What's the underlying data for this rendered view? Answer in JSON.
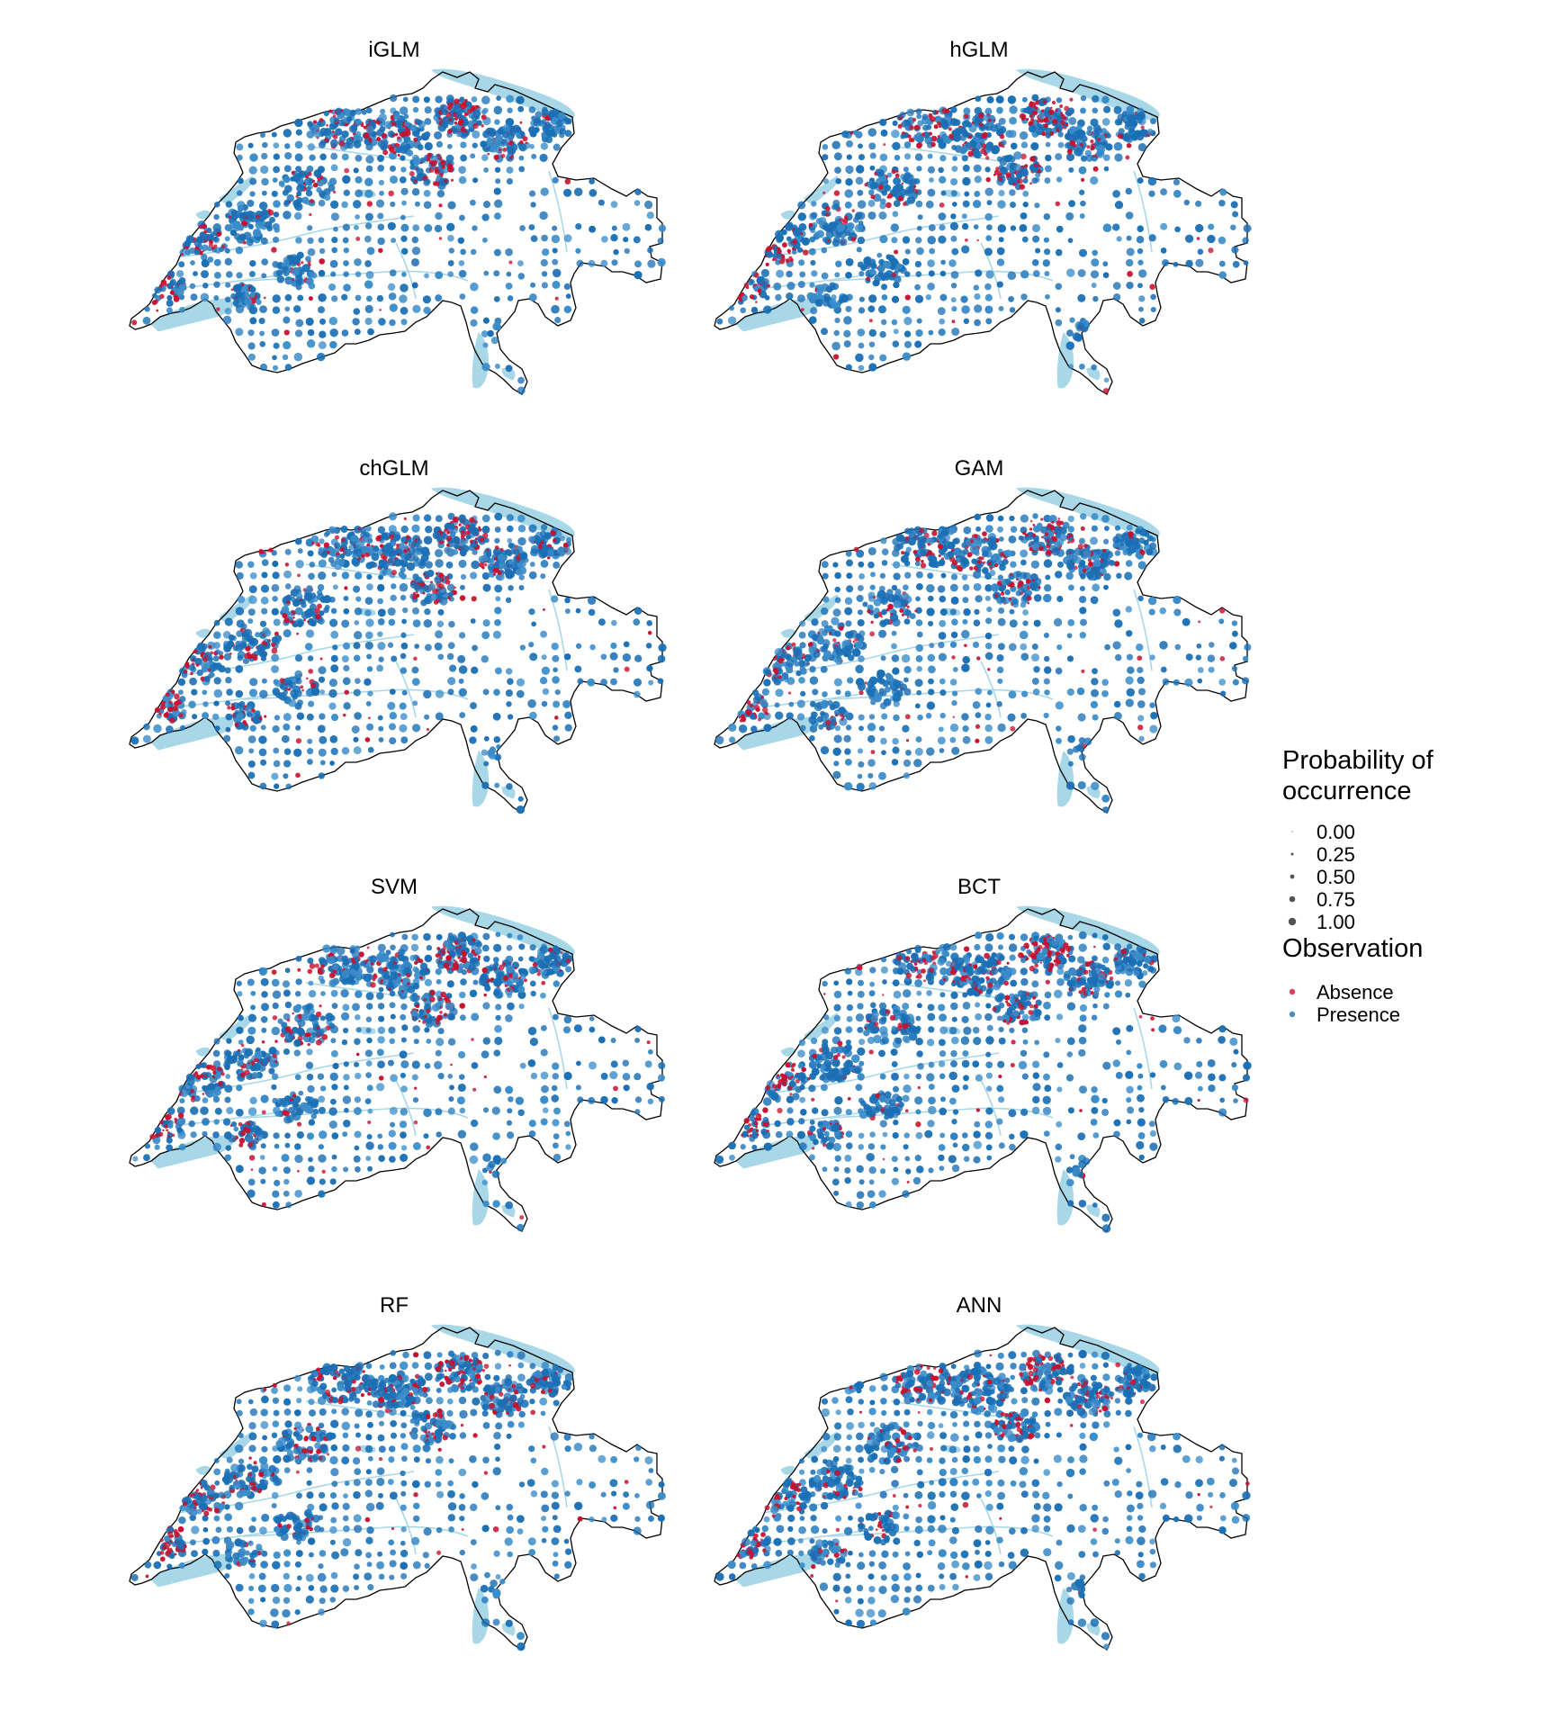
{
  "panels": [
    {
      "title": "iGLM"
    },
    {
      "title": "hGLM"
    },
    {
      "title": "chGLM"
    },
    {
      "title": "GAM"
    },
    {
      "title": "SVM"
    },
    {
      "title": "BCT"
    },
    {
      "title": "RF"
    },
    {
      "title": "ANN"
    }
  ],
  "legend": {
    "size_title_line1": "Probability of",
    "size_title_line2": "occurrence",
    "size_breaks": [
      {
        "label": "0.00",
        "value": 0.0
      },
      {
        "label": "0.25",
        "value": 0.25
      },
      {
        "label": "0.50",
        "value": 0.5
      },
      {
        "label": "0.75",
        "value": 0.75
      },
      {
        "label": "1.00",
        "value": 1.0
      }
    ],
    "color_title": "Observation",
    "color_items": [
      {
        "label": "Absence",
        "color": "#c8102e"
      },
      {
        "label": "Presence",
        "color": "#1a6fb5"
      }
    ]
  },
  "colors": {
    "absence": "#c8102e",
    "presence": "#1a6fb5",
    "presence_light": "#3a8cc9",
    "water": "#a8d8e8",
    "border": "#000000",
    "legend_dot": "#555555"
  }
}
